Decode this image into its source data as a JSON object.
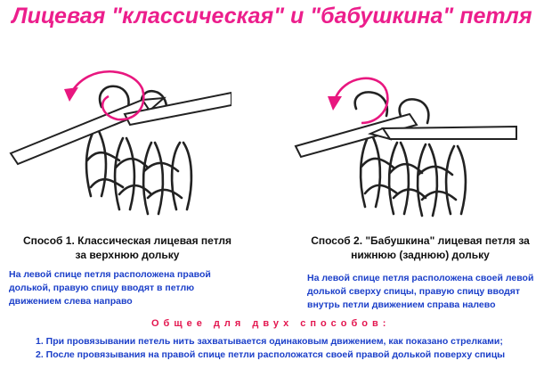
{
  "title": "Лицевая  \"классическая\" и \"бабушкина\"  петля",
  "colors": {
    "title": "#ec1e8c",
    "description": "#1b3fc9",
    "common": "#e3164f",
    "arrow": "#e8177f"
  },
  "icons": [
    "knitting-needle-icon",
    "yarn-loop-icon",
    "direction-arrow-icon"
  ],
  "method1": {
    "title_line1": "Способ 1.  Классическая лицевая  петля",
    "title_line2": "за  верхнюю дольку",
    "desc_line1": "На левой спице петля расположена правой",
    "desc_line2": "долькой, правую спицу вводят в петлю",
    "desc_line3": "движением слева направо"
  },
  "method2": {
    "title_line1": "Способ 2.  \"Бабушкина\"  лицевая петля за",
    "title_line2": "нижнюю (заднюю)  дольку",
    "desc_line1": "На левой спице петля расположена своей левой",
    "desc_line2": "долькой сверху спицы,  правую спицу вводят",
    "desc_line3": "внутрь петли движением справа налево"
  },
  "common": {
    "title": "Общее  для  двух  способов:",
    "item1": "1.  При провязывании  петель  нить  захватывается одинаковым движением, как показано стрелками;",
    "item2": "2.  После провязывания на правой спице  петли  расположатся своей правой долькой поверху  спицы"
  }
}
